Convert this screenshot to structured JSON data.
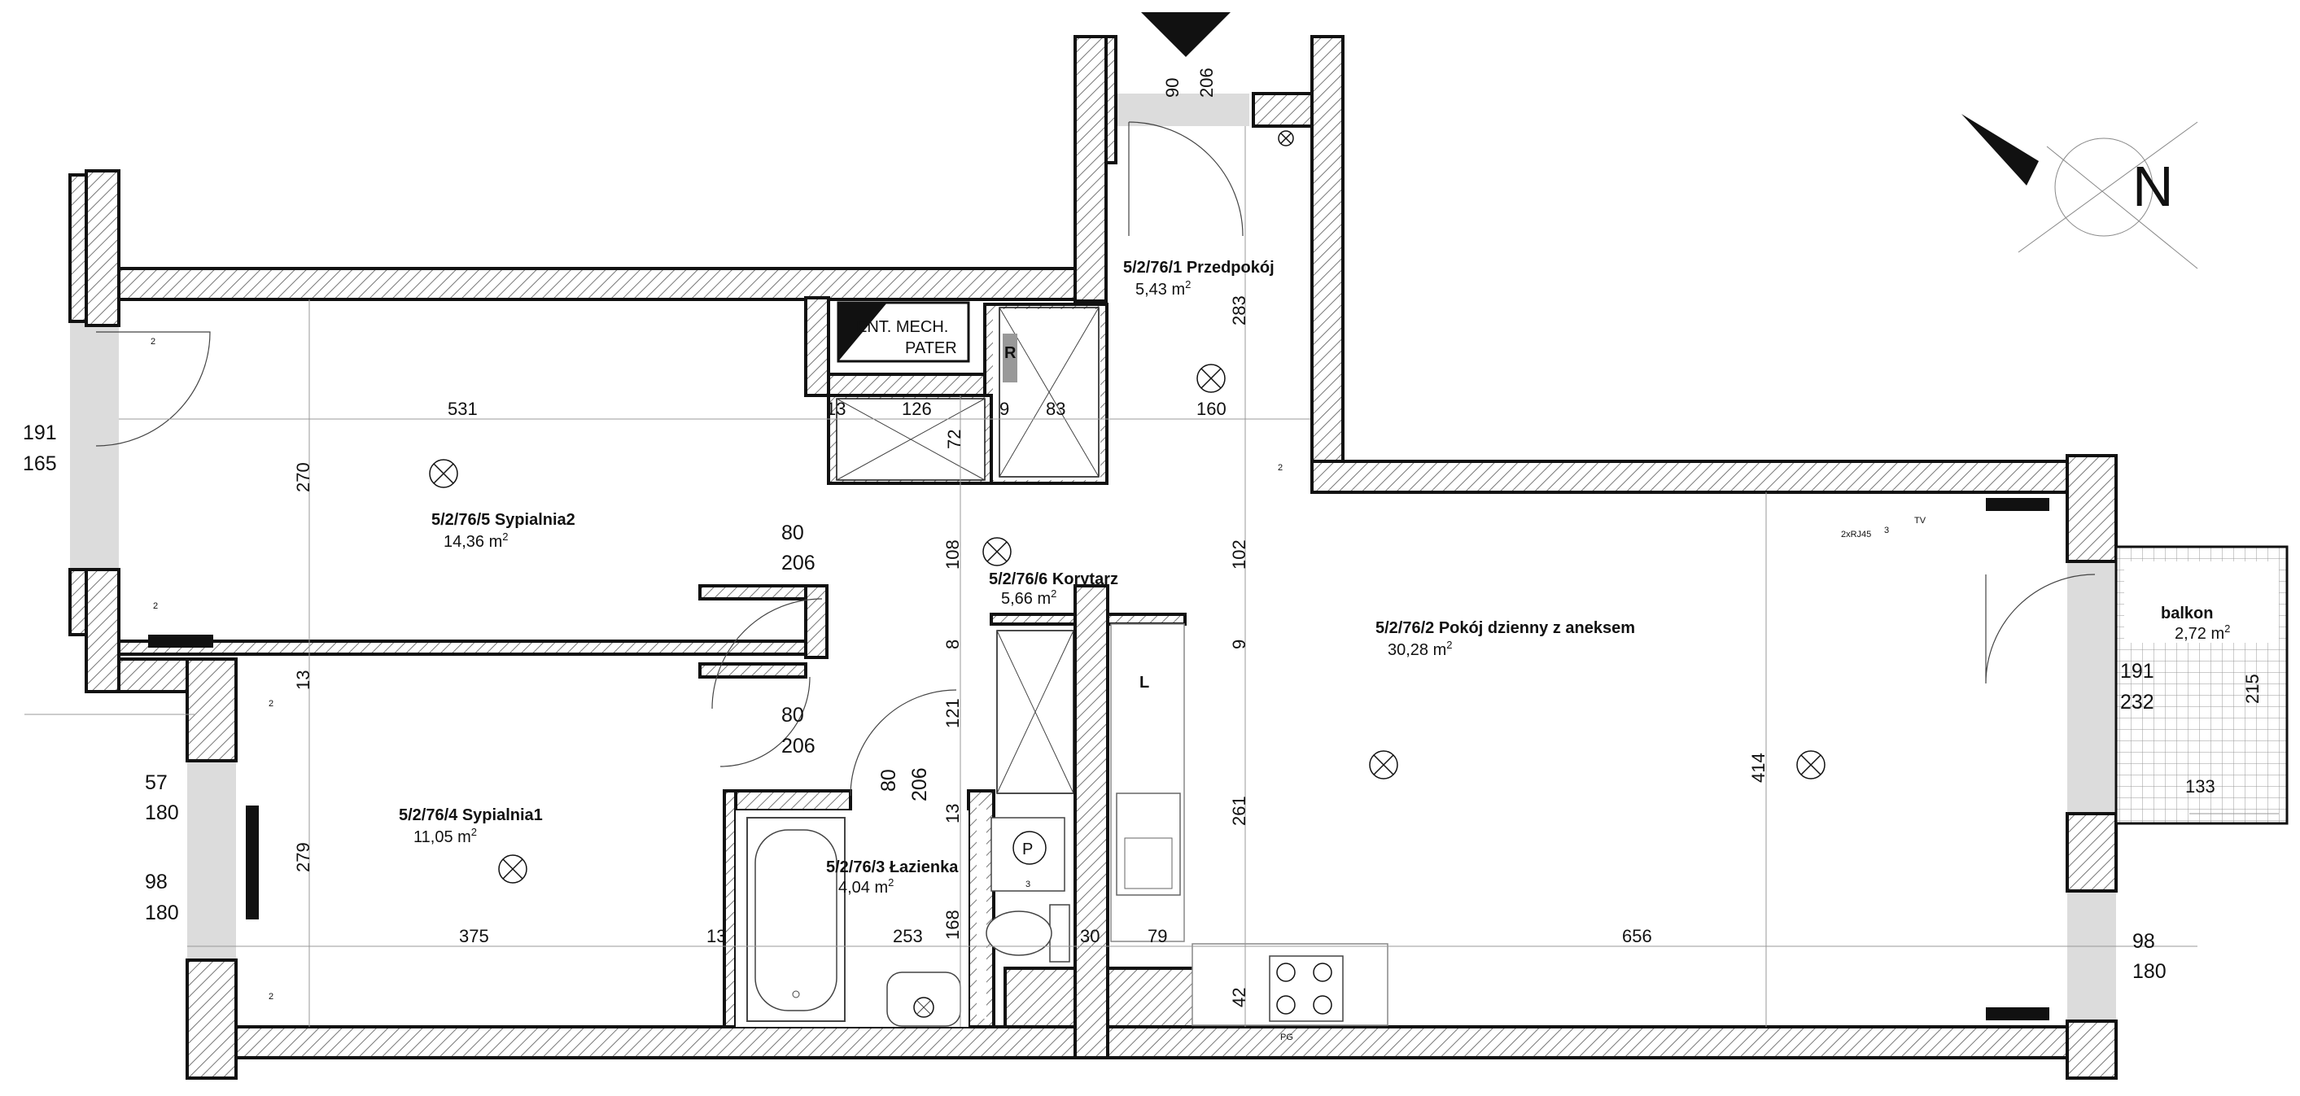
{
  "rooms": [
    {
      "id": "przedpokoj",
      "name": "5/2/76/1 Przedpokój",
      "area": "5,43 m"
    },
    {
      "id": "pokoj-dzienny",
      "name": "5/2/76/2 Pokój dzienny z aneksem",
      "area": "30,28 m"
    },
    {
      "id": "lazienka",
      "name": "5/2/76/3 Łazienka",
      "area": "4,04 m"
    },
    {
      "id": "sypialnia1",
      "name": "5/2/76/4 Sypialnia1",
      "area": "11,05 m"
    },
    {
      "id": "sypialnia2",
      "name": "5/2/76/5 Sypialnia2",
      "area": "14,36 m"
    },
    {
      "id": "korytarz",
      "name": "5/2/76/6 Korytarz",
      "area": "5,66 m"
    },
    {
      "id": "balkon",
      "name": "balkon",
      "area": "2,72 m"
    }
  ],
  "area_unit_superscript": "2",
  "labels": {
    "vent_line1": "ENT. MECH.",
    "vent_line2": "PATER",
    "r": "R",
    "p": "P",
    "l": "L",
    "pg": "PG",
    "rj45": "2xRJ45",
    "tv": "TV",
    "compass": "N"
  },
  "dimensions": {
    "d1": "90",
    "d2": "206",
    "d3": "283",
    "d4": "160",
    "d5": "531",
    "d6": "13",
    "d7": "126",
    "d8": "72",
    "d9": "9",
    "d10": "83",
    "d11": "270",
    "d12": "191",
    "d13": "165",
    "d14": "80",
    "d15": "206",
    "d16": "108",
    "d17": "102",
    "d18": "8",
    "d19": "9",
    "d20": "13",
    "d21": "80",
    "d22": "206",
    "d23": "121",
    "d24": "80",
    "d25": "206",
    "d26": "13",
    "d27": "57",
    "d28": "180",
    "d29": "98",
    "d30": "180",
    "d31": "279",
    "d32": "375",
    "d33": "13",
    "d34": "253",
    "d35": "168",
    "d36": "30",
    "d37": "79",
    "d38": "261",
    "d39": "414",
    "d40": "656",
    "d41": "42",
    "d42": "98",
    "d43": "180",
    "d44": "191",
    "d45": "232",
    "d46": "215",
    "d47": "133"
  },
  "socket_marks": {
    "two": "2",
    "three": "3"
  }
}
